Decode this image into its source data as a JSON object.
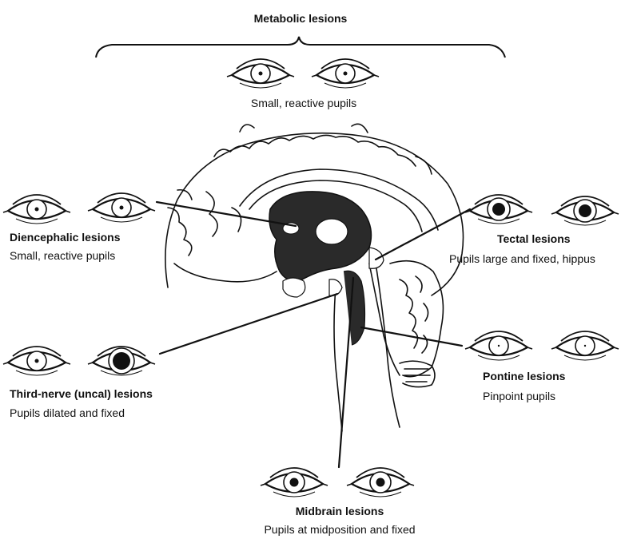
{
  "groups": {
    "metabolic": {
      "title": "Metabolic lesions",
      "desc": "Small, reactive pupils"
    },
    "diencephalic": {
      "title": "Diencephalic lesions",
      "desc": "Small, reactive pupils"
    },
    "tectal": {
      "title": "Tectal lesions",
      "desc": "Pupils large and fixed, hippus"
    },
    "third_nerve": {
      "title": "Third-nerve (uncal) lesions",
      "desc": "Pupils dilated and fixed"
    },
    "pontine": {
      "title": "Pontine lesions",
      "desc": "Pinpoint pupils"
    },
    "midbrain": {
      "title": "Midbrain lesions",
      "desc": "Pupils at midposition and fixed"
    }
  },
  "eyes": [
    {
      "group": "metabolic",
      "side": "left",
      "pupil": "small"
    },
    {
      "group": "metabolic",
      "side": "right",
      "pupil": "small"
    },
    {
      "group": "diencephalic",
      "side": "left",
      "pupil": "small"
    },
    {
      "group": "diencephalic",
      "side": "right",
      "pupil": "small"
    },
    {
      "group": "tectal",
      "side": "left",
      "pupil": "large"
    },
    {
      "group": "tectal",
      "side": "right",
      "pupil": "large"
    },
    {
      "group": "third_nerve",
      "side": "left",
      "pupil": "small"
    },
    {
      "group": "third_nerve",
      "side": "right",
      "pupil": "dilated"
    },
    {
      "group": "pontine",
      "side": "left",
      "pupil": "pinpoint"
    },
    {
      "group": "pontine",
      "side": "right",
      "pupil": "pinpoint"
    },
    {
      "group": "midbrain",
      "side": "left",
      "pupil": "mid"
    },
    {
      "group": "midbrain",
      "side": "right",
      "pupil": "mid"
    }
  ]
}
